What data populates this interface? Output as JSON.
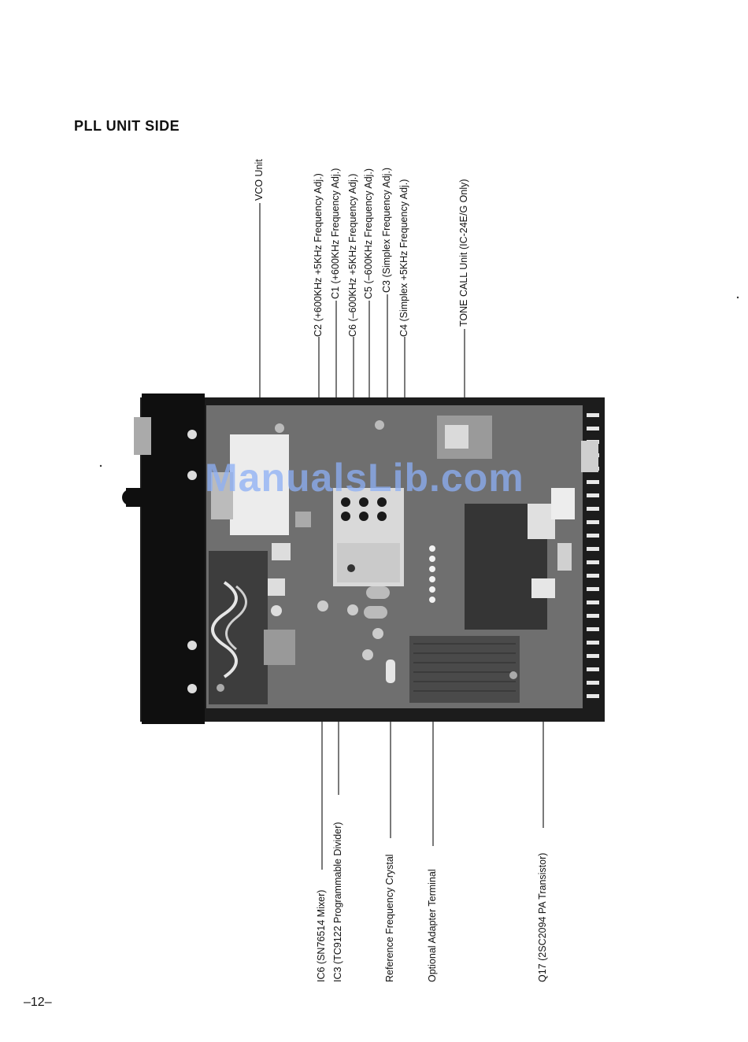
{
  "title": "PLL UNIT SIDE",
  "page_number": "–12–",
  "watermark": "ManualsLib.com",
  "top_labels": [
    {
      "id": "vco",
      "text": "VCO Unit"
    },
    {
      "id": "c2",
      "text": "C2 (+600KHz +5KHz Frequency Adj.)"
    },
    {
      "id": "c1",
      "text": "C1 (+600KHz Frequency Adj.)"
    },
    {
      "id": "c6",
      "text": "C6 (–600KHz +5KHz Frequency Adj.)"
    },
    {
      "id": "c5",
      "text": "C5 (–600KHz Frequency Adj.)"
    },
    {
      "id": "c3",
      "text": "C3 (Simplex Frequency Adj.)"
    },
    {
      "id": "c4",
      "text": "C4 (Simplex +5KHz Frequency Adj.)"
    },
    {
      "id": "tone",
      "text": "TONE CALL Unit (IC-24E/G Only)"
    }
  ],
  "bottom_labels": [
    {
      "id": "ic6",
      "text": "IC6 (SN76514 Mixer)"
    },
    {
      "id": "ic3",
      "text": "IC3 (TC9122 Programmable Divider)"
    },
    {
      "id": "xtal",
      "text": "Reference Frequency Crystal"
    },
    {
      "id": "adapter",
      "text": "Optional Adapter Terminal"
    },
    {
      "id": "q17",
      "text": "Q17 (2SC2094 PA Transistor)"
    }
  ]
}
